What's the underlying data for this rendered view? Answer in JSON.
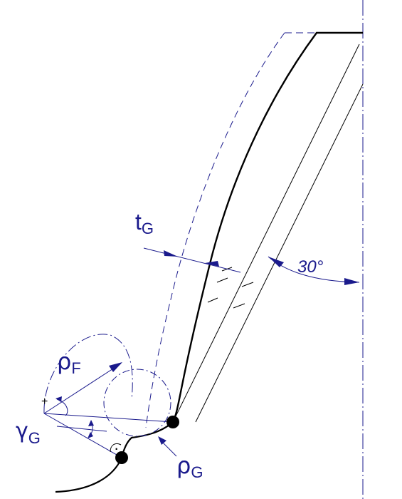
{
  "labels": {
    "tooth_thickness_main": "t",
    "tooth_thickness_sub": "G",
    "angle": "30°",
    "rho_f_main": "ρ",
    "rho_f_sub": "F",
    "rho_g_main": "ρ",
    "rho_g_sub": "G",
    "gamma_main": "γ",
    "gamma_sub": "G",
    "plus_sign": "+",
    "right_angle_dot": "·"
  },
  "colors": {
    "dimension": "#1a1a8c",
    "profile": "#000000"
  }
}
